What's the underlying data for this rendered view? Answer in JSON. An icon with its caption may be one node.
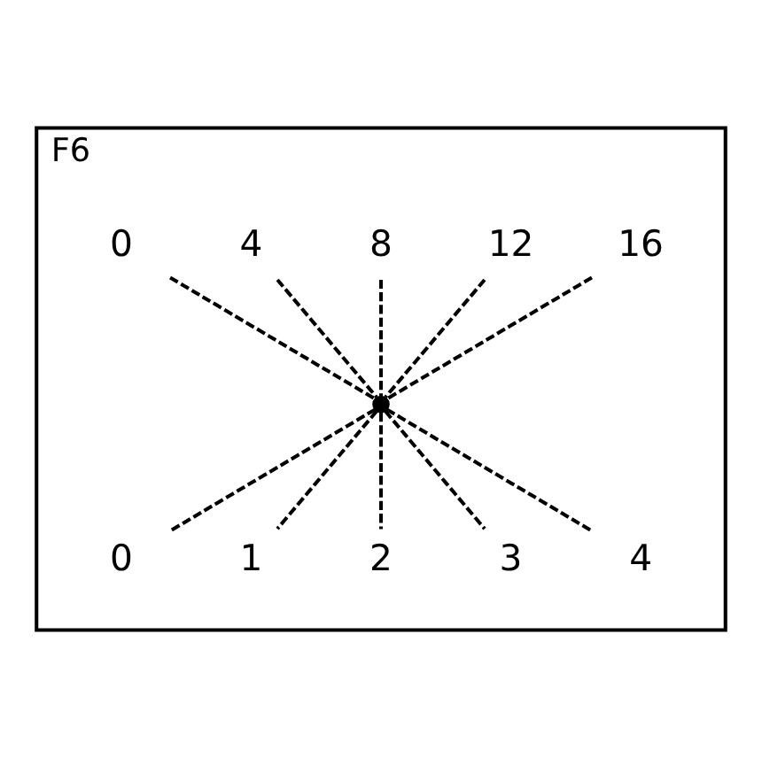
{
  "diagram": {
    "nodes": [
      {
        "text": [
          "F6"
        ]
      },
      {
        "text": [
          "16"
        ],
        "in": 0
      },
      {
        "text": [
          "12"
        ],
        "in": 0
      },
      {
        "text": [
          "8"
        ],
        "in": 0
      },
      {
        "text": [
          "4"
        ],
        "in": 0
      },
      {
        "text": [
          "0"
        ],
        "in": 0
      },
      {
        "text": [],
        "shape": "point",
        "in": 0
      },
      {
        "text": [
          "0"
        ],
        "in": 0
      },
      {
        "text": [
          "1"
        ],
        "in": 0
      },
      {
        "text": [
          "2"
        ],
        "in": 0
      },
      {
        "text": [
          "3"
        ],
        "in": 0
      },
      {
        "text": [
          "4"
        ],
        "in": 0
      }
    ],
    "edges": [
      {
        "from": 6,
        "to": 1,
        "arrow": "none",
        "style": "dashed"
      },
      {
        "from": 6,
        "to": 2,
        "arrow": "none",
        "style": "dashed"
      },
      {
        "from": 6,
        "to": 3,
        "arrow": "none",
        "style": "dashed"
      },
      {
        "from": 6,
        "to": 4,
        "arrow": "none",
        "style": "dashed"
      },
      {
        "from": 6,
        "to": 5,
        "arrow": "none",
        "style": "dashed"
      },
      {
        "from": 6,
        "to": 7,
        "arrow": "none",
        "style": "dashed"
      },
      {
        "from": 6,
        "to": 8,
        "arrow": "none",
        "style": "dashed"
      },
      {
        "from": 6,
        "to": 9,
        "arrow": "none",
        "style": "dashed"
      },
      {
        "from": 6,
        "to": 10,
        "arrow": "none",
        "style": "dashed"
      },
      {
        "from": 6,
        "to": 11,
        "arrow": "none",
        "style": "dashed"
      }
    ]
  }
}
